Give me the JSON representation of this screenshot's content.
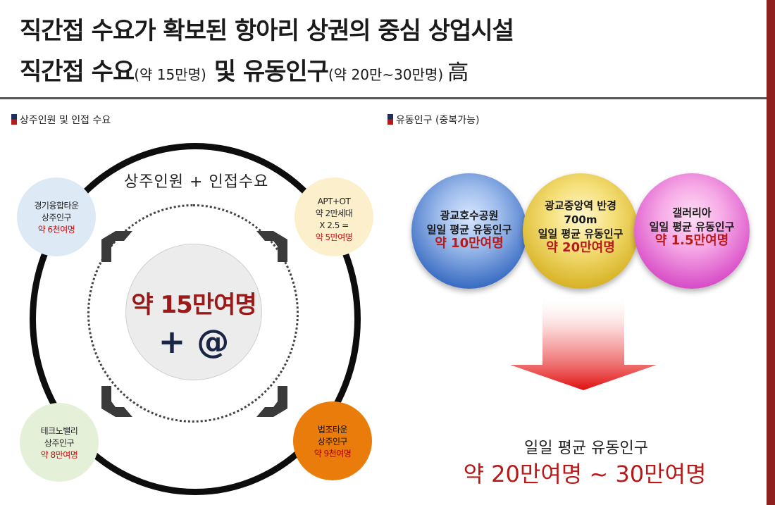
{
  "header": {
    "title": "직간접 수요가 확보된 항아리 상권의 중심 상업시설",
    "line2_a": "직간접 수요",
    "line2_b": "(약 15만명)",
    "line2_c": " 및 유동인구",
    "line2_d": "(약 20만~30만명)",
    "line2_e": "高"
  },
  "left_section": {
    "title": "상주인원 및 인접 수요",
    "arc_label": "상주인원 + 인접수요",
    "center_value": "약 15만여명",
    "center_plus": "+ @",
    "bubbles": [
      {
        "name": "경기융합타운",
        "sub": "상주인구",
        "value": "약 6천여명"
      },
      {
        "name": "APT+OT",
        "sub": "약 2만세대",
        "sub2": "X 2.5 =",
        "value": "약 5만여명"
      },
      {
        "name": "테크노밸리",
        "sub": "상주인구",
        "value": "약 8만여명"
      },
      {
        "name": "법조타운",
        "sub": "상주인구",
        "value": "약 9천여명"
      }
    ]
  },
  "right_section": {
    "title": "유동인구 (중복가능)",
    "balls": [
      {
        "l1": "광교호수공원",
        "l2": "일일 평균 유동인구",
        "value": "약 10만여명"
      },
      {
        "l1": "광교중앙역 반경",
        "l1b": "700m",
        "l2": "일일 평균 유동인구",
        "value": "약 20만여명"
      },
      {
        "l1": "갤러리아",
        "l2": "일일 평균 유동인구",
        "value": "약 1.5만여명"
      }
    ],
    "summary_label": "일일 평균 유동인구",
    "summary_value": "약 20만여명 ~ 30만여명"
  },
  "colors": {
    "accent_red": "#b81a1a",
    "navy": "#1f2d5c",
    "side_bar": "#8e2020"
  }
}
